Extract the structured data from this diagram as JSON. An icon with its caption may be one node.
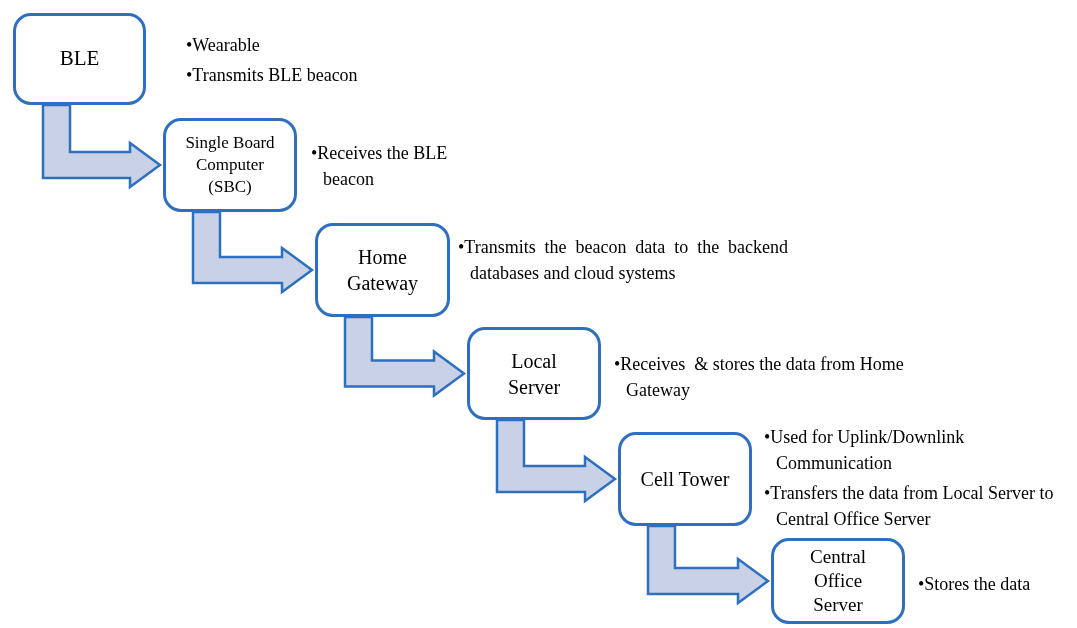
{
  "diagram": {
    "nodes": [
      {
        "text": [
          "BLE"
        ],
        "beside": [
          "•Wearable",
          "•Transmits BLE beacon"
        ]
      },
      {
        "text": [
          "Single Board Computer (SBC)"
        ],
        "beside": [
          "•Receives the BLE beacon"
        ]
      },
      {
        "text": [
          "Home Gateway"
        ],
        "beside": [
          "•Transmits the beacon data to the backend databases and cloud systems"
        ]
      },
      {
        "text": [
          "Local Server"
        ],
        "beside": [
          "•Receives  & stores the data from Home Gateway"
        ]
      },
      {
        "text": [
          "Cell Tower"
        ],
        "beside": [
          "•Used for Uplink/Downlink Communication",
          "•Transfers the data from Local Server to Central Office Server"
        ]
      },
      {
        "text": [
          "Central Office Server"
        ],
        "beside": [
          "•Stores the data"
        ]
      }
    ],
    "edges": [
      {
        "from": 0,
        "to": 1,
        "arrow": "to"
      },
      {
        "from": 1,
        "to": 2,
        "arrow": "to"
      },
      {
        "from": 2,
        "to": 3,
        "arrow": "to"
      },
      {
        "from": 3,
        "to": 4,
        "arrow": "to"
      },
      {
        "from": 4,
        "to": 5,
        "arrow": "to"
      }
    ]
  }
}
